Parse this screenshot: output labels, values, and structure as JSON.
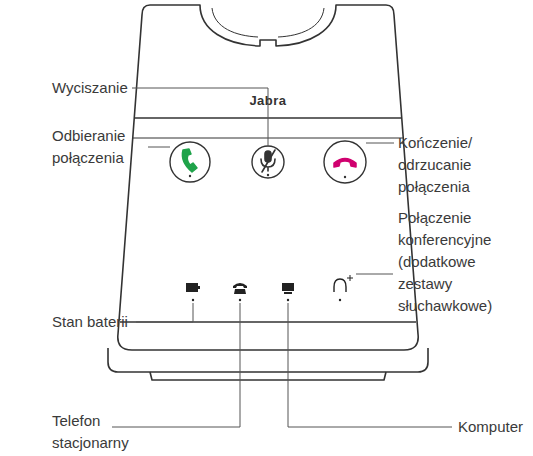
{
  "diagram": {
    "labels": [
      "Jabra",
      "Wyciszanie",
      "Odbieranie połączenia",
      "Kończenie/ odrzucanie połączenia",
      "Połączenie konferencyjne (dodatkowe zestawy słuchawkowe)",
      "Stan baterii",
      "Telefon stacjonarny",
      "Komputer"
    ]
  }
}
